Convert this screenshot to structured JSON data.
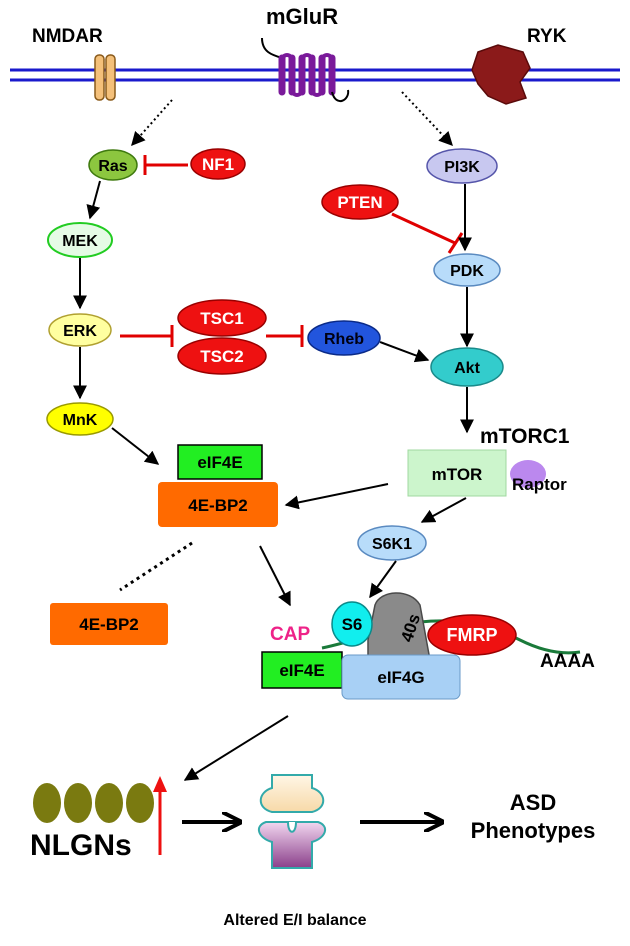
{
  "receptors": {
    "nmdar": "NMDAR",
    "mglur": "mGluR",
    "ryk": "RYK"
  },
  "nodes": {
    "ras": "Ras",
    "nf1": "NF1",
    "mek": "MEK",
    "erk": "ERK",
    "mnk": "MnK",
    "tsc1": "TSC1",
    "tsc2": "TSC2",
    "rheb": "Rheb",
    "pi3k": "PI3K",
    "pten": "PTEN",
    "pdk": "PDK",
    "akt": "Akt",
    "mtorc1": "mTORC1",
    "mtor": "mTOR",
    "raptor": "Raptor",
    "eif4e_top": "eIF4E",
    "fourebp2_top": "4E-BP2",
    "fourebp2_free": "4E-BP2",
    "s6k1": "S6K1",
    "s6": "S6",
    "forty_s": "40s",
    "cap": "CAP",
    "eif4e_bottom": "eIF4E",
    "eif4g": "eIF4G",
    "fmrp": "FMRP",
    "polya": "AAAA"
  },
  "outcome": {
    "nlgns": "NLGNs",
    "asd_line1": "ASD",
    "asd_line2": "Phenotypes",
    "balance": "Altered E/I balance"
  },
  "colors": {
    "membrane": "#1a1acc",
    "inhibition": "#e00000",
    "red_node": "#ee1111",
    "green_node": "#22dd22",
    "orange_node": "#ff6a00",
    "nlgn": "#7a7a10"
  }
}
